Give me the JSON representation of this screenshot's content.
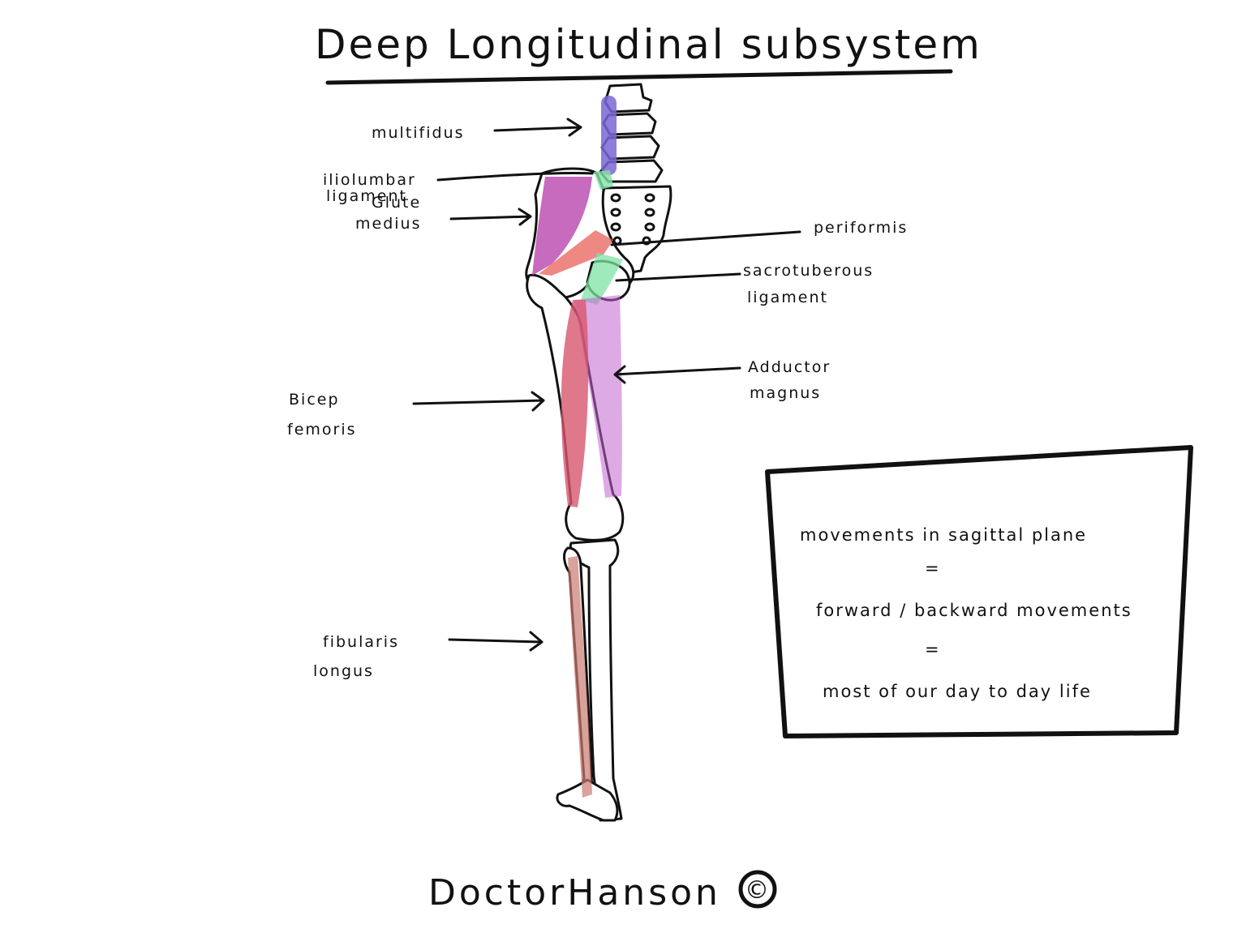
{
  "title": "Deep Longitudinal subsystem",
  "labels": {
    "multifidus": "multifidus",
    "iliolumbar_1": "iliolumbar",
    "iliolumbar_2": "ligament",
    "glute_1": "Glute",
    "glute_2": "medius",
    "piriformis": "periformis",
    "sacrotuberous_1": "sacrotuberous",
    "sacrotuberous_2": "ligament",
    "adductor_1": "Adductor",
    "adductor_2": "magnus",
    "bicep_1": "Bicep",
    "bicep_2": "femoris",
    "fibularis_1": "fibularis",
    "fibularis_2": "longus"
  },
  "box": {
    "line1": "movements in sagittal plane",
    "eq1": "=",
    "line2": "forward / backward movements",
    "eq2": "=",
    "line3": "most of our day to day life"
  },
  "credit": "DoctorHanson",
  "copyright": "©",
  "colors": {
    "ink": "#111111",
    "multifidus": "#7a66d4",
    "ligament": "#7ee3a4",
    "glute": "#b43aa8",
    "piriformis": "#e5564f",
    "biceps": "#d8566e",
    "adductor": "#c264d0",
    "fibularis": "#c97a70"
  }
}
